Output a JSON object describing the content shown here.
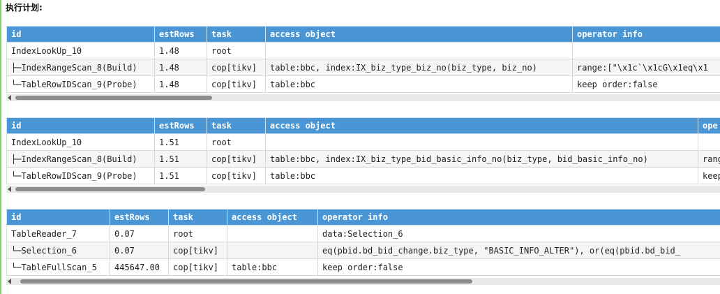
{
  "title": "执行计划:",
  "tables": [
    {
      "headers": [
        "id",
        "estRows",
        "task",
        "access object",
        "operator info"
      ],
      "rows": [
        [
          "IndexLookUp_10",
          "1.48",
          "root",
          "",
          ""
        ],
        [
          "├─IndexRangeScan_8(Build)",
          "1.48",
          "cop[tikv]",
          "table:bbc, index:IX_biz_type_biz_no(biz_type, biz_no)",
          "range:[\"\\x1c`\\x1cG\\x1eq\\x1"
        ],
        [
          "└─TableRowIDScan_9(Probe)",
          "1.48",
          "cop[tikv]",
          "table:bbc",
          "keep order:false"
        ]
      ]
    },
    {
      "headers": [
        "id",
        "estRows",
        "task",
        "access object",
        "ope"
      ],
      "rows": [
        [
          "IndexLookUp_10",
          "1.51",
          "root",
          "",
          ""
        ],
        [
          "├─IndexRangeScan_8(Build)",
          "1.51",
          "cop[tikv]",
          "table:bbc, index:IX_biz_type_bid_basic_info_no(biz_type, bid_basic_info_no)",
          "rang"
        ],
        [
          "└─TableRowIDScan_9(Probe)",
          "1.51",
          "cop[tikv]",
          "table:bbc",
          "keep"
        ]
      ]
    },
    {
      "headers": [
        "id",
        "estRows",
        "task",
        "access object",
        "operator info"
      ],
      "rows": [
        [
          "TableReader_7",
          "0.07",
          "root",
          "",
          "data:Selection_6"
        ],
        [
          "└─Selection_6",
          "0.07",
          "cop[tikv]",
          "",
          "eq(pbid.bd_bid_change.biz_type, \"BASIC_INFO_ALTER\"), or(eq(pbid.bd_bid_"
        ],
        [
          "└─TableFullScan_5",
          "445647.00",
          "cop[tikv]",
          "table:bbc",
          "keep order:false"
        ]
      ]
    }
  ],
  "colors": {
    "header_bg": "#4a95d4",
    "header_text": "#ffffff",
    "accent": "#7ed36a"
  }
}
